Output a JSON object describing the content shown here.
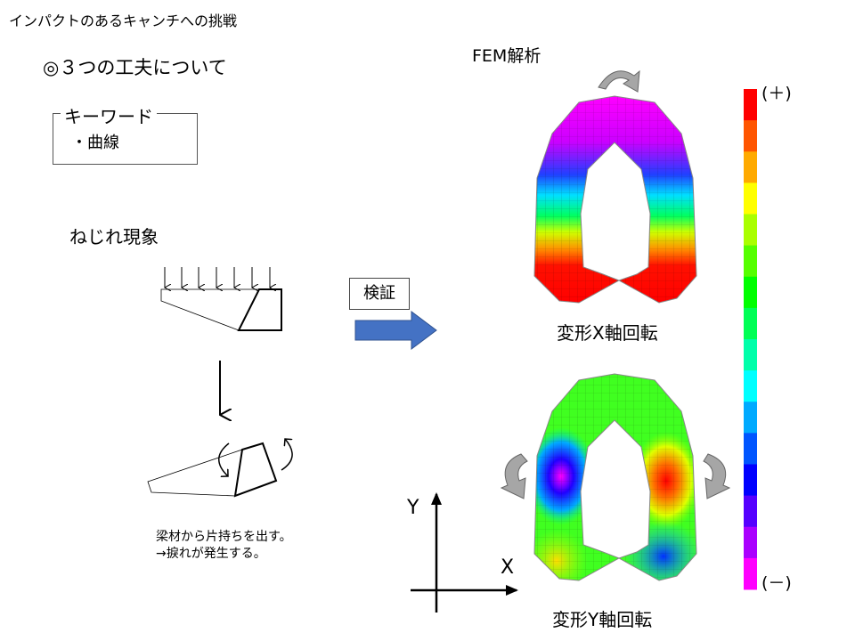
{
  "slide": {
    "title": "インパクトのあるキャンチへの挑戦",
    "heading": "◎３つの工夫について",
    "keyword_label": "キーワード",
    "keyword_item": "・曲線",
    "twist_label": "ねじれ現象",
    "note_lines": [
      "梁材から片持ちを出す。",
      "→捩れが発生する。"
    ],
    "verify_label": "検証",
    "fem_label": "FEM解析",
    "caption_x": "変形X軸回転",
    "caption_y": "変形Y軸回転",
    "scale_plus": "(＋)",
    "scale_minus": "(－)",
    "axis_x": "X",
    "axis_y": "Y"
  },
  "colors": {
    "scale": [
      "#ff0000",
      "#ff5500",
      "#ffaa00",
      "#ffff00",
      "#aaff00",
      "#55ff00",
      "#00ff00",
      "#00ff55",
      "#00ffaa",
      "#00ffff",
      "#00aaff",
      "#0055ff",
      "#0000ff",
      "#5500ff",
      "#aa00ff",
      "#ff00ff"
    ],
    "arrow_blue": "#4472c4"
  }
}
